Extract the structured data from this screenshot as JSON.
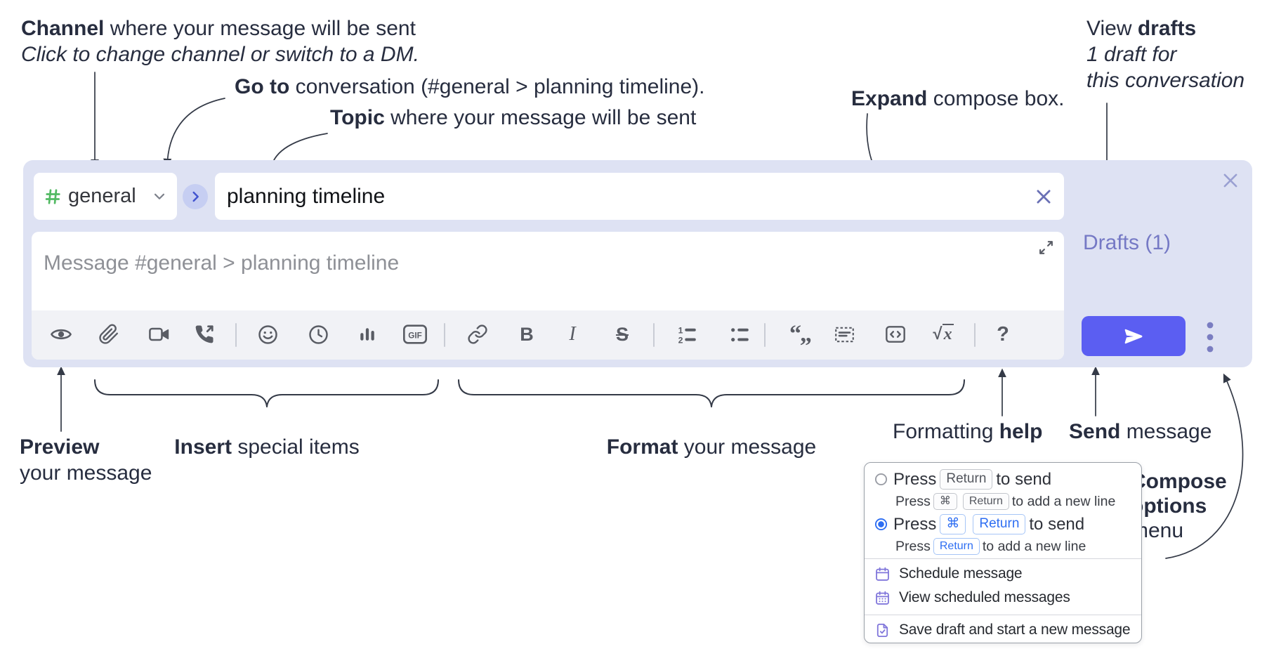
{
  "annotations": {
    "channel_line1_bold": "Channel",
    "channel_line1_rest": " where your message will be sent",
    "channel_line2": "Click to change channel or switch to a DM.",
    "goto_bold": "Go to",
    "goto_rest": " conversation (#general > planning timeline).",
    "topic_bold": "Topic",
    "topic_rest": " where your message will be sent",
    "expand_bold": "Expand",
    "expand_rest": " compose box.",
    "drafts_line1_regular": "View ",
    "drafts_line1_bold": "drafts",
    "drafts_line2": "1 draft for",
    "drafts_line3": "this conversation",
    "preview_bold": "Preview",
    "preview_line2": "your message",
    "insert_bold": "Insert",
    "insert_rest": " special items",
    "format_bold": "Format",
    "format_rest": " your message",
    "help_regular": "Formatting ",
    "help_bold": "help",
    "send_bold": "Send",
    "send_rest": " message",
    "compose_menu_line1": "Compose",
    "compose_menu_line2": "options",
    "compose_menu_line3": "menu"
  },
  "compose": {
    "channel_name": "general",
    "topic_value": "planning timeline",
    "message_placeholder": "Message #general > planning timeline",
    "drafts_label": "Drafts (1)",
    "toolbar": {
      "gif_label": "GIF",
      "bold_glyph": "B",
      "italic_glyph": "I",
      "strike_glyph": "S",
      "quote_glyph": "“„",
      "math_root": "√",
      "math_x": "x",
      "help_glyph": "?"
    }
  },
  "popup": {
    "option1": {
      "press": "Press",
      "key1": "Return",
      "tail": "to send",
      "sub_press": "Press",
      "sub_key1": "⌘",
      "sub_key2": "Return",
      "sub_tail": "to add a new line"
    },
    "option2": {
      "press": "Press",
      "key1": "⌘",
      "key2": "Return",
      "tail": "to send",
      "sub_press": "Press",
      "sub_key1": "Return",
      "sub_tail": "to add a new line"
    },
    "item_schedule": "Schedule message",
    "item_view_scheduled": "View scheduled messages",
    "item_save_draft": "Save draft and start a new message"
  },
  "colors": {
    "compose_bg": "#dee2f3",
    "send_button": "#5b5ef2",
    "drafts_link": "#7579c5",
    "channel_hash_green": "#52ba63",
    "go_button_bg": "#c6cef2",
    "go_button_glyph": "#4153cf",
    "radio_selected_blue": "#2e6ef2",
    "menu_icon_purple": "#8177db",
    "annotation_text": "#272d3f",
    "toolbar_icon": "#595c64"
  }
}
